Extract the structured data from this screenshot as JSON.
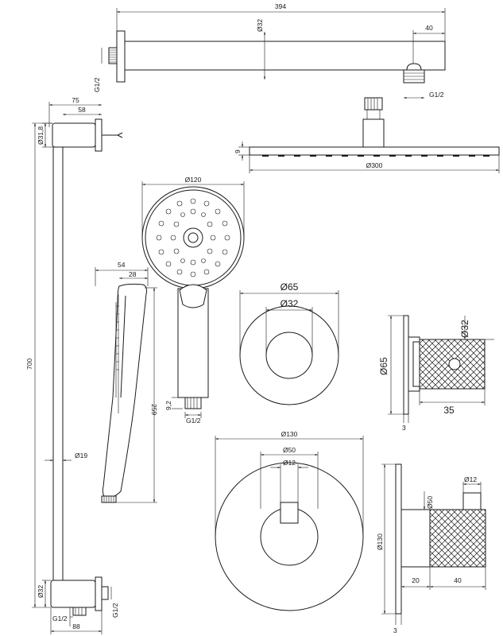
{
  "shower_arm": {
    "length": "394",
    "tube_dia": "Ø32",
    "thread_left": "G1/2",
    "thread_right": "G1/2",
    "end_offset": "40"
  },
  "rain_head": {
    "thickness": "9",
    "diameter": "Ø300"
  },
  "slide_bar": {
    "depth_total": "75",
    "depth_holder": "58",
    "bracket_dia_top": "Ø31,8",
    "length": "700",
    "tube_dia": "Ø19",
    "bracket_dia_bottom": "Ø32",
    "thread_bottom": "G1/2",
    "thread_side": "G1/2",
    "bottom_width": "88"
  },
  "hand_shower": {
    "head_dia": "Ø120",
    "thread": "G1/2",
    "thread_len": "9,2"
  },
  "hand_shower_side": {
    "depth": "54",
    "handle_depth": "28",
    "length": "259"
  },
  "escutcheon_small": {
    "outer_dia": "Ø65",
    "inner_dia": "Ø32"
  },
  "diverter": {
    "rosette_dia": "Ø65",
    "knob_dia": "Ø32",
    "knob_len": "35",
    "plate": "3"
  },
  "mixer_front": {
    "plate_dia": "Ø130",
    "body_dia": "Ø50",
    "lever_dia": "Ø12"
  },
  "mixer_side": {
    "lever_dia": "Ø12",
    "body_dia": "Ø50",
    "plate_dia": "Ø130",
    "body_len": "20",
    "knob_len": "40",
    "plate": "3"
  }
}
